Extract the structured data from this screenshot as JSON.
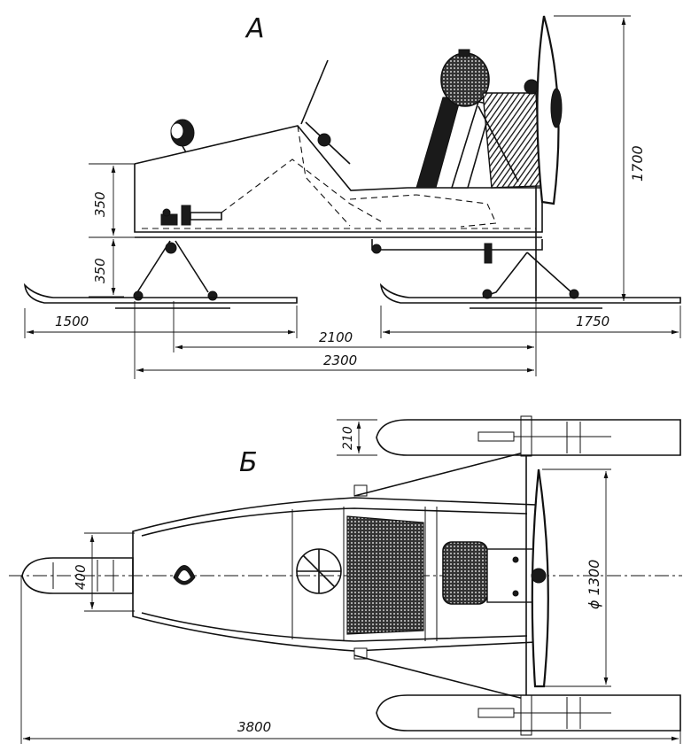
{
  "views": {
    "side_label": "А",
    "top_label": "Б"
  },
  "dimensions": {
    "hull_height": "350",
    "ski_clearance": "350",
    "front_ski_length": "1500",
    "wheelbase": "2100",
    "ski_span": "2300",
    "rear_ski_length": "1750",
    "overall_height": "1700",
    "rear_ski_width": "210",
    "front_ski_width": "400",
    "propeller_diameter": "ϕ 1300",
    "overall_length": "3800"
  },
  "colors": {
    "ink": "#111111",
    "paper": "#ffffff"
  }
}
